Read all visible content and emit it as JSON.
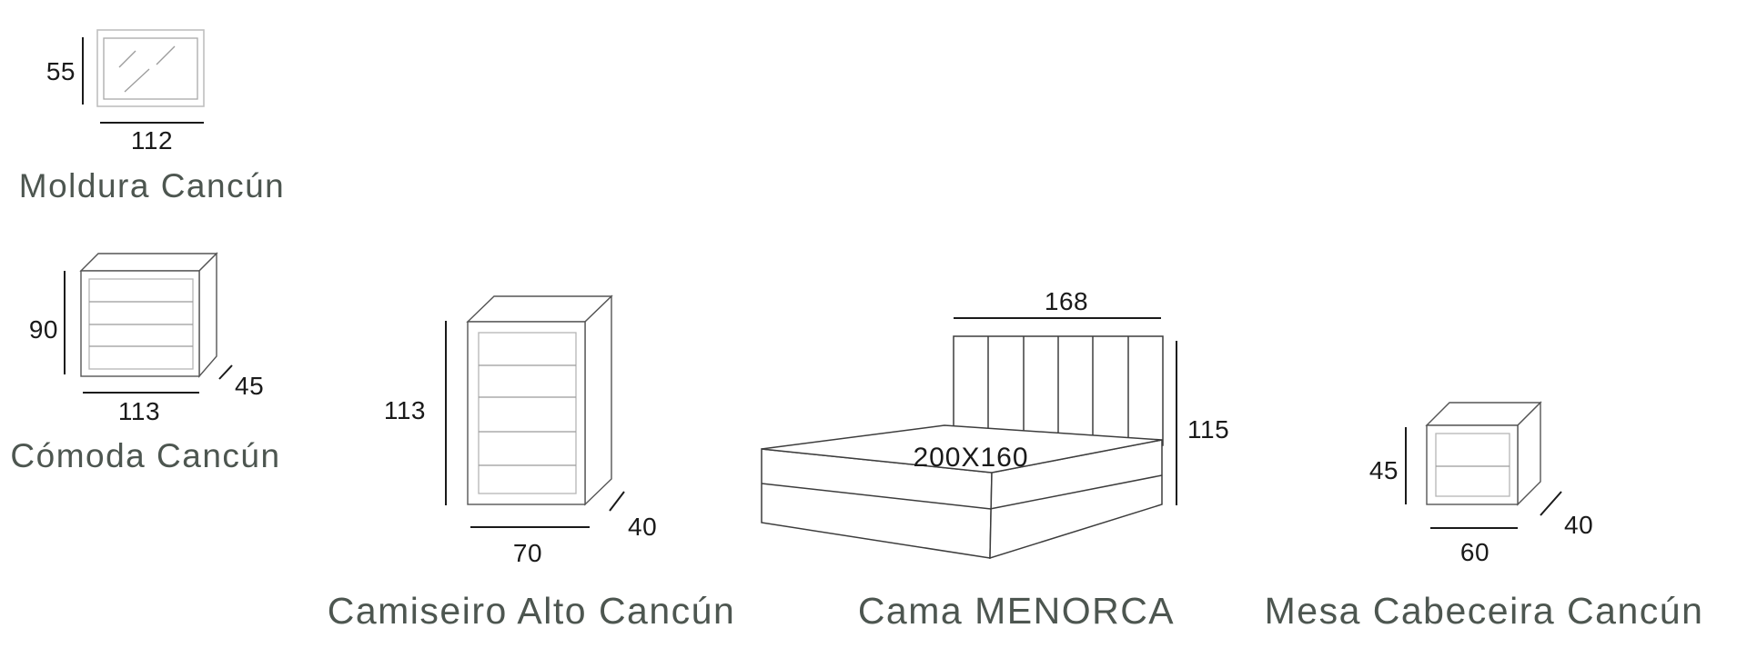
{
  "diagram_title": "Bedroom furniture dimension diagram",
  "colors": {
    "background": "#ffffff",
    "dimension_text": "#1a1a1a",
    "dimension_line": "#1a1a1a",
    "label_text": "#4d5650",
    "furniture_outline": "#555555",
    "inner_lines": "#9b9b9b"
  },
  "products": [
    {
      "name": "Moldura Cancún",
      "type": "mirror-frame",
      "height": "55",
      "width": "112"
    },
    {
      "name": "Cómoda Cancún",
      "type": "dresser-4-drawers",
      "height": "90",
      "width": "113",
      "depth": "45"
    },
    {
      "name": "Camiseiro Alto Cancún",
      "type": "tall-chest-5-drawers",
      "height": "113",
      "width": "70",
      "depth": "40"
    },
    {
      "name": "Cama MENORCA",
      "type": "bed-6-panel-headboard",
      "headboard_width": "168",
      "height": "115",
      "surface": "200X160"
    },
    {
      "name": "Mesa Cabeceira Cancún",
      "type": "nightstand-2-drawers",
      "height": "45",
      "width": "60",
      "depth": "40"
    }
  ]
}
